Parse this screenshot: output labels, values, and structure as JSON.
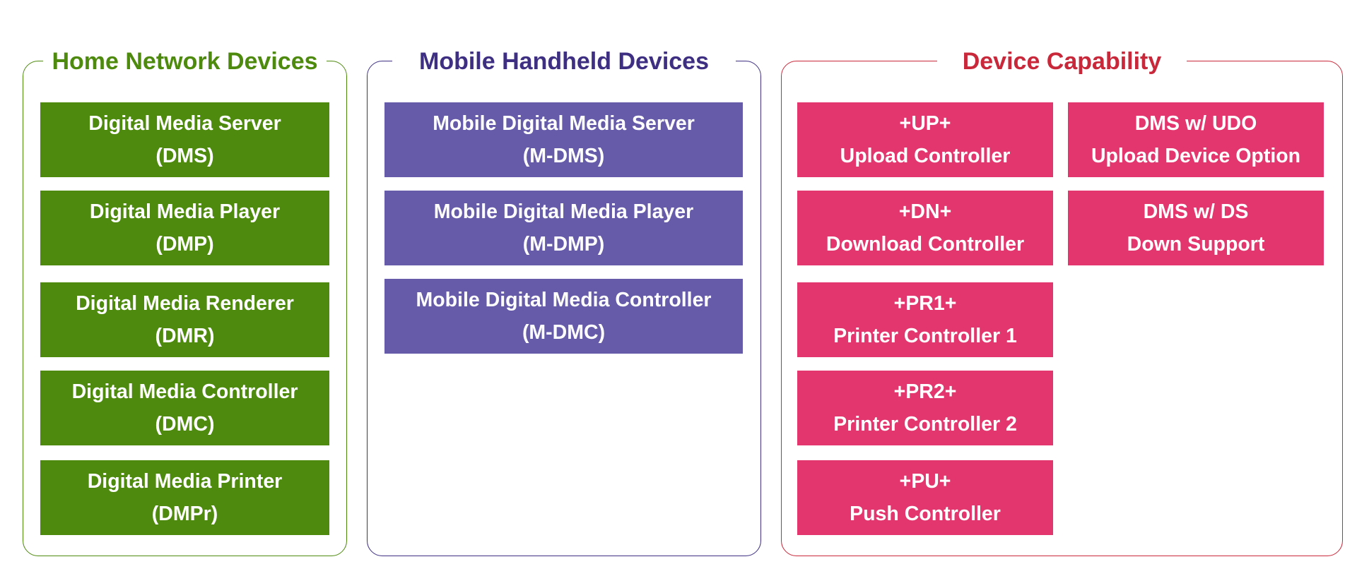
{
  "panels": {
    "home": {
      "title": "Home Network Devices",
      "color": "#4e8a0e",
      "items": [
        {
          "line1": "Digital Media Server",
          "line2": "(DMS)"
        },
        {
          "line1": "Digital Media Player",
          "line2": "(DMP)"
        },
        {
          "line1": "Digital Media Renderer",
          "line2": "(DMR)"
        },
        {
          "line1": "Digital Media Controller",
          "line2": "(DMC)"
        },
        {
          "line1": "Digital Media Printer",
          "line2": "(DMPr)"
        }
      ]
    },
    "mobile": {
      "title": "Mobile Handheld Devices",
      "color": "#3e2f82",
      "box_color": "#665ba9",
      "items": [
        {
          "line1": "Mobile Digital Media Server",
          "line2": "(M-DMS)"
        },
        {
          "line1": "Mobile Digital Media Player",
          "line2": "(M-DMP)"
        },
        {
          "line1": "Mobile Digital Media Controller",
          "line2": "(M-DMC)"
        }
      ]
    },
    "capability": {
      "title": "Device Capability",
      "color": "#c8283a",
      "box_color": "#e3366e",
      "left_items": [
        {
          "line1": "+UP+",
          "line2": "Upload Controller"
        },
        {
          "line1": "+DN+",
          "line2": "Download Controller"
        },
        {
          "line1": "+PR1+",
          "line2": "Printer Controller 1"
        },
        {
          "line1": "+PR2+",
          "line2": "Printer Controller 2"
        },
        {
          "line1": "+PU+",
          "line2": "Push Controller"
        }
      ],
      "right_items": [
        {
          "line1": "DMS w/ UDO",
          "line2": "Upload Device Option"
        },
        {
          "line1": "DMS w/ DS",
          "line2": "Down Support"
        }
      ]
    }
  }
}
